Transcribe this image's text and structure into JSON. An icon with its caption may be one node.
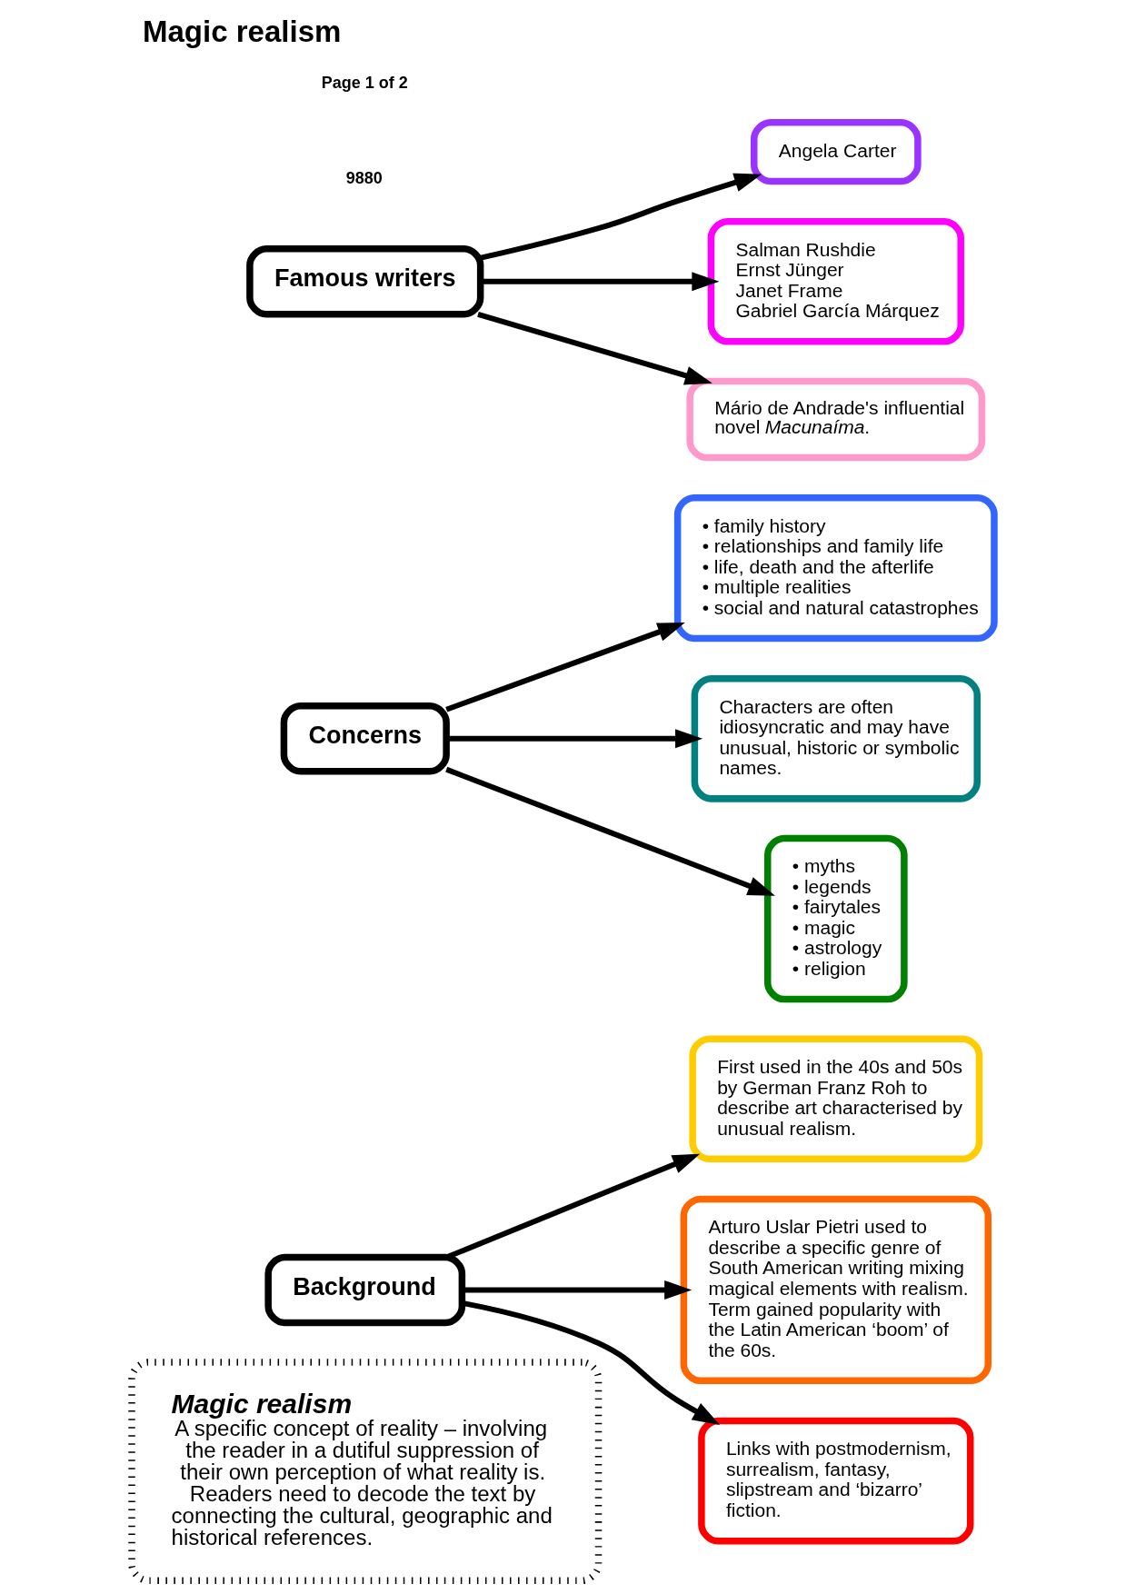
{
  "diagram": {
    "title": "Magic realism",
    "nodes": [
      {
        "text": [
          "Magic realism",
          "A specific concept of reality – involving the reader in a dutiful suppression of their own perception of what reality is. Readers need to decode the text by connecting the cultural, geographic and historical references."
        ]
      },
      {
        "text": [
          "Background"
        ]
      },
      {
        "text": [
          "First used in the 40s and 50s by German Franz Roh to describe art characterised by unusual realism."
        ]
      },
      {
        "text": [
          "Arturo Uslar Pietri used to describe a specific genre of South American writing mixing magical elements with realism. Term gained popularity with the Latin American ‘boom’ of the 60s."
        ]
      },
      {
        "text": [
          "Links with postmodernism, surrealism, fantasy, slipstream and ‘bizarro’ fiction."
        ]
      },
      {
        "text": [
          "Concerns"
        ]
      },
      {
        "text": [
          "• family history",
          "• relationships and family life",
          "• life, death and the afterlife",
          "• multiple realities",
          "• social and natural catastrophes"
        ]
      },
      {
        "text": [
          "Characters are often idiosyncratic and may have unusual, historic or symbolic names."
        ]
      },
      {
        "text": [
          "• myths",
          "• legends",
          "• fairytales",
          "• magic",
          "• astrology",
          "• religion"
        ]
      },
      {
        "text": [
          "Famous writers"
        ]
      },
      {
        "text": [
          "Angela Carter"
        ]
      },
      {
        "text": [
          "Salman Rushdie",
          "Ernst Jünger",
          "Janet Frame",
          "Gabriel García Márquez"
        ]
      },
      {
        "text": [
          "Mário de Andrade's influential novel *Macunaíma*."
        ]
      }
    ],
    "edges": [
      {
        "from": 1,
        "to": 2,
        "arrow": "to"
      },
      {
        "from": 1,
        "to": 3,
        "arrow": "to"
      },
      {
        "from": 1,
        "to": 4,
        "arrow": "to"
      },
      {
        "from": 5,
        "to": 6,
        "arrow": "to"
      },
      {
        "from": 5,
        "to": 7,
        "arrow": "to"
      },
      {
        "from": 5,
        "to": 8,
        "arrow": "to"
      },
      {
        "from": 9,
        "to": 10,
        "arrow": "to"
      },
      {
        "from": 9,
        "to": 11,
        "arrow": "to"
      },
      {
        "from": 9,
        "to": 12,
        "arrow": "to"
      }
    ],
    "labels": [
      "9880",
      "Page 1 of 2"
    ]
  }
}
